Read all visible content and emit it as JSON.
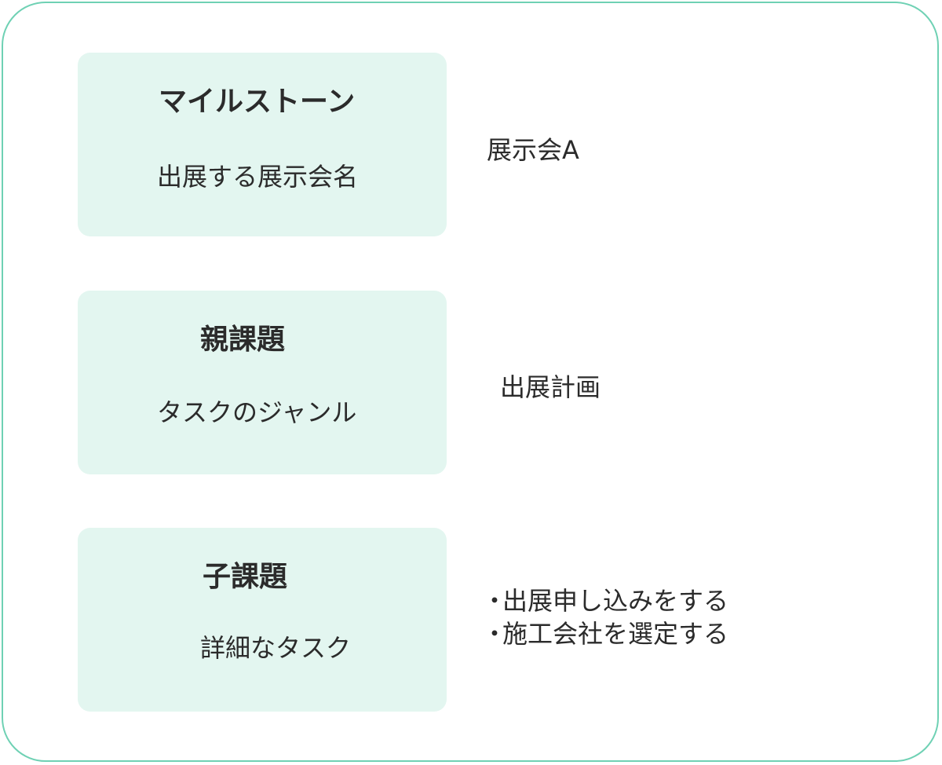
{
  "rows": [
    {
      "title": "マイルストーン",
      "description": "出展する展示会名",
      "value": "展示会A"
    },
    {
      "title": "親課題",
      "description": "タスクのジャンル",
      "value": "出展計画"
    },
    {
      "title": "子課題",
      "description": "詳細なタスク",
      "values": [
        "出展申し込みをする",
        "施工会社を選定する"
      ],
      "bullet": "・"
    }
  ],
  "colors": {
    "frame_border": "#6fd1b4",
    "card_background": "#e3f6f0",
    "text": "#2b2b2b"
  }
}
